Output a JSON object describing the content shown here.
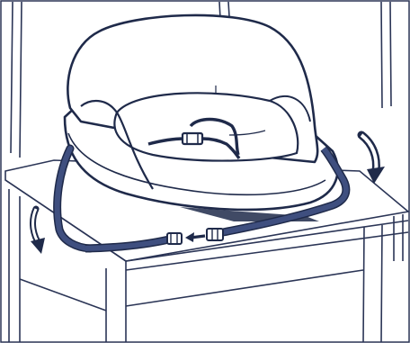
{
  "illustration": {
    "subject": "",
    "colors": {
      "line": "#1f2a4a",
      "strap": "#3f4f7f",
      "strap_edge": "#1f2a4a",
      "chair_line": "#2b3556",
      "seat_fill": "#ffffff",
      "shadow": "#1f2a4a"
    },
    "arrows": [
      "arrow-down-left",
      "arrow-down-right",
      "arrow-left-buckle"
    ]
  }
}
